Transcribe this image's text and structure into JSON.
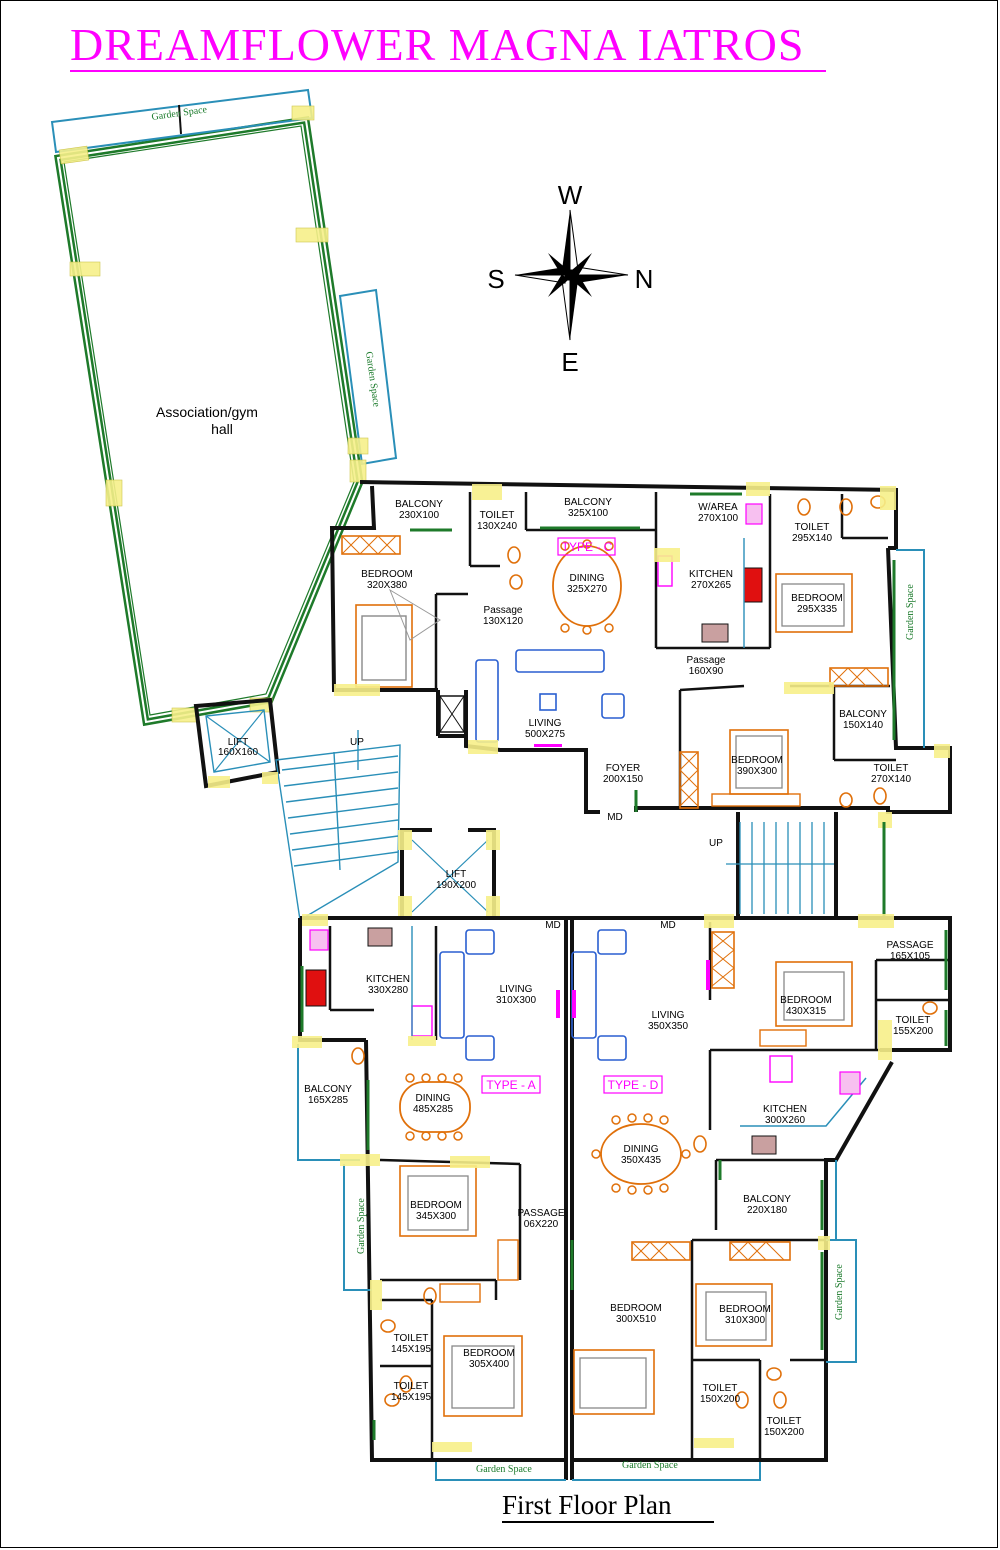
{
  "title": "DREAMFLOWER MAGNA IATROS",
  "footer": "First Floor Plan",
  "colors": {
    "title": "#ff00ff",
    "wall": "#111111",
    "green_wall": "#1e7a2a",
    "cyan_wall": "#2a8fb8",
    "furniture_orange": "#e0700a",
    "furniture_blue": "#2a5fd0",
    "label_magenta": "#ff00ff",
    "highlight_yellow": "#f7f08a"
  },
  "compass": {
    "top": "W",
    "bottom": "E",
    "left": "S",
    "right": "N"
  },
  "labels": {
    "hall": [
      "Association/gym",
      "hall"
    ],
    "garden": "Garden Space",
    "up": "UP",
    "md": "MD",
    "lift_top": [
      "LIFT",
      "160X160"
    ],
    "lift_mid": [
      "LIFT",
      "190X200"
    ],
    "c_balcony1": [
      "BALCONY",
      "230X100"
    ],
    "c_toilet": [
      "TOILET",
      "130X240"
    ],
    "c_balcony2": [
      "BALCONY",
      "325X100"
    ],
    "c_warea": [
      "W/AREA",
      "270X100"
    ],
    "c_toilet2": [
      "TOILET",
      "295X140"
    ],
    "c_bedroom1": [
      "BEDROOM",
      "320X380"
    ],
    "c_type": "TYPE - C",
    "c_dining": [
      "DINING",
      "325X270"
    ],
    "c_kitchen": [
      "KITCHEN",
      "270X265"
    ],
    "c_bedroom2": [
      "BEDROOM",
      "295X335"
    ],
    "c_passage1": [
      "Passage",
      "130X120"
    ],
    "c_passage2": [
      "Passage",
      "160X90"
    ],
    "c_living": [
      "LIVING",
      "500X275"
    ],
    "c_balcony3": [
      "BALCONY",
      "150X140"
    ],
    "c_foyer": [
      "FOYER",
      "200X150"
    ],
    "c_bedroom3": [
      "BEDROOM",
      "390X300"
    ],
    "c_toilet3": [
      "TOILET",
      "270X140"
    ],
    "a_kitchen": [
      "KITCHEN",
      "330X280"
    ],
    "a_living": [
      "LIVING",
      "310X300"
    ],
    "a_balcony": [
      "BALCONY",
      "165X285"
    ],
    "a_dining": [
      "DINING",
      "485X285"
    ],
    "a_type": "TYPE - A",
    "a_bedroom1": [
      "BEDROOM",
      "345X300"
    ],
    "a_passage": [
      "PASSAGE",
      "06X220"
    ],
    "a_toilet1": [
      "TOILET",
      "145X195"
    ],
    "a_bedroom2": [
      "BEDROOM",
      "305X400"
    ],
    "a_toilet2": [
      "TOILET",
      "145X195"
    ],
    "d_passage": [
      "PASSAGE",
      "165X105"
    ],
    "d_bedroom1": [
      "BEDROOM",
      "430X315"
    ],
    "d_toilet1": [
      "TOILET",
      "155X200"
    ],
    "d_living": [
      "LIVING",
      "350X350"
    ],
    "d_type": "TYPE - D",
    "d_kitchen": [
      "KITCHEN",
      "300X260"
    ],
    "d_dining": [
      "DINING",
      "350X435"
    ],
    "d_balcony": [
      "BALCONY",
      "220X180"
    ],
    "d_bedroom2": [
      "BEDROOM",
      "300X510"
    ],
    "d_bedroom3": [
      "BEDROOM",
      "310X300"
    ],
    "d_toilet2": [
      "TOILET",
      "150X200"
    ],
    "d_toilet3": [
      "TOILET",
      "150X200"
    ]
  }
}
